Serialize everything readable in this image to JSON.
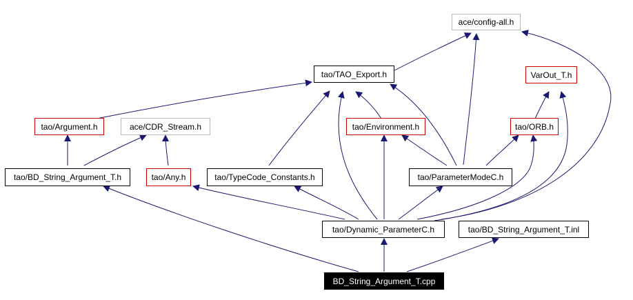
{
  "colors": {
    "edge": "#191970",
    "border_default": "#000000",
    "border_red": "#cc0000",
    "border_gray": "#b8b8b8",
    "root_fill": "#000000",
    "root_text": "#ffffff"
  },
  "nodes": {
    "ace_config_all": "ace/config-all.h",
    "tao_export": "tao/TAO_Export.h",
    "varout_t": "VarOut_T.h",
    "tao_argument": "tao/Argument.h",
    "ace_cdr_stream": "ace/CDR_Stream.h",
    "tao_environment": "tao/Environment.h",
    "tao_orb": "tao/ORB.h",
    "tao_bd_string_argument_t_h": "tao/BD_String_Argument_T.h",
    "tao_any": "tao/Any.h",
    "tao_typecode_constants": "tao/TypeCode_Constants.h",
    "tao_parametermodec": "tao/ParameterModeC.h",
    "tao_dynamic_parameterc": "tao/Dynamic_ParameterC.h",
    "tao_bd_string_argument_t_inl": "tao/BD_String_Argument_T.inl",
    "bd_string_argument_t_cpp": "BD_String_Argument_T.cpp"
  }
}
